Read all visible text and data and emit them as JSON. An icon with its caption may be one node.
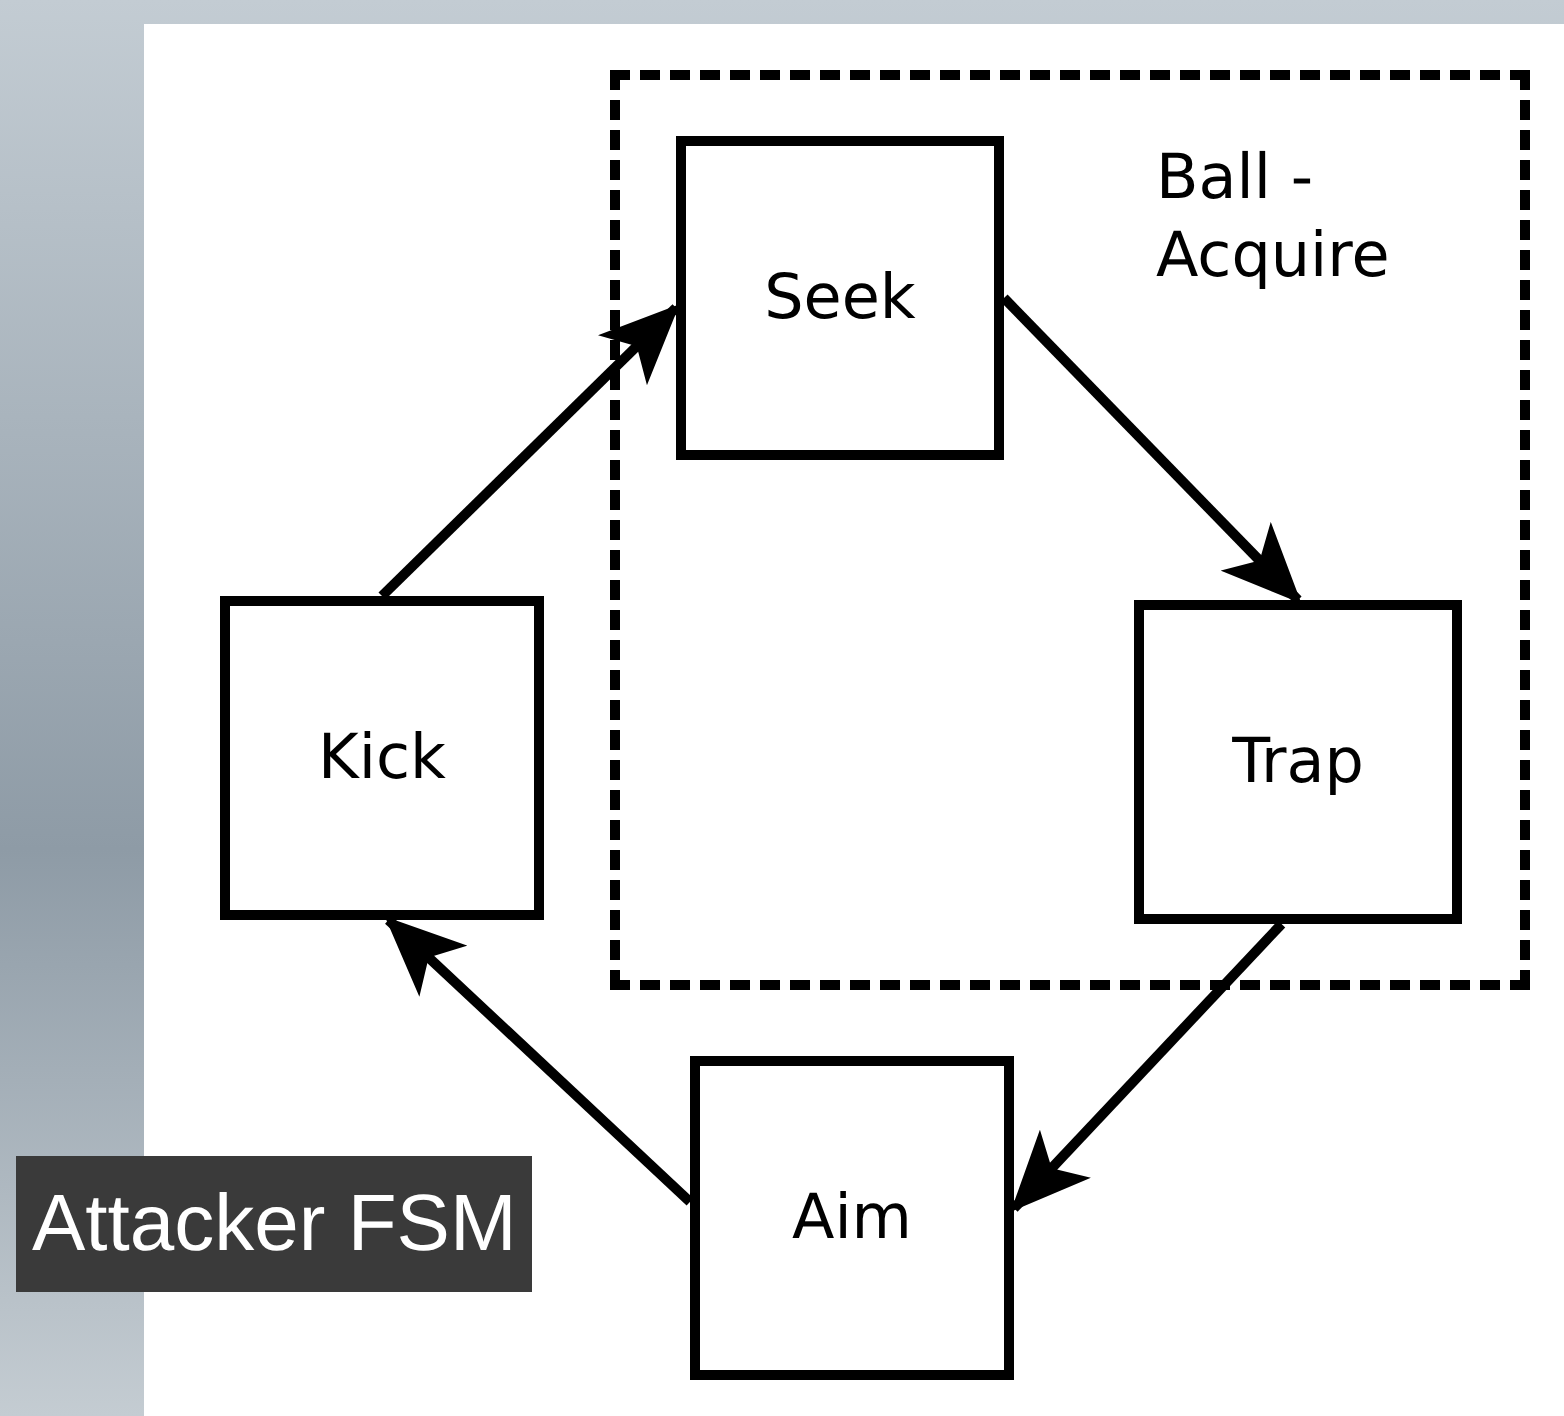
{
  "diagram": {
    "title": "Attacker FSM",
    "nodes": [
      {
        "text": [
          "Ball - Acquire"
        ]
      },
      {
        "text": [
          "Seek"
        ],
        "in": 0
      },
      {
        "text": [
          "Trap"
        ],
        "in": 0
      },
      {
        "text": [
          "Aim"
        ]
      },
      {
        "text": [
          "Kick"
        ]
      }
    ],
    "edges": [
      {
        "from": 1,
        "to": 2,
        "arrow": "to"
      },
      {
        "from": 2,
        "to": 3,
        "arrow": "to"
      },
      {
        "from": 3,
        "to": 4,
        "arrow": "to"
      },
      {
        "from": 4,
        "to": 1,
        "arrow": "to"
      }
    ]
  }
}
